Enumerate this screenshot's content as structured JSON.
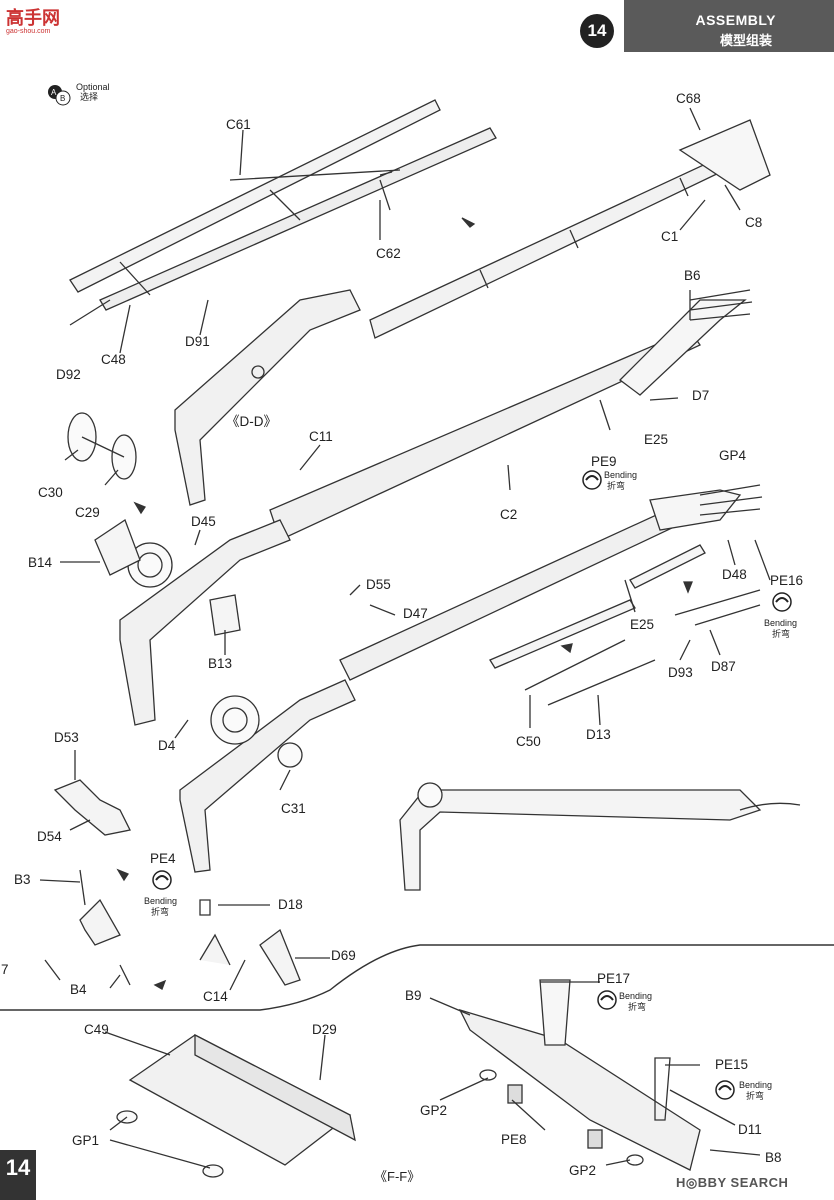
{
  "header": {
    "section_en": "ASSEMBLY",
    "section_cn": "模型组装",
    "step_number": "14"
  },
  "watermark_logo": {
    "text": "高手网",
    "sub": "gao-shou.com"
  },
  "optional_legend": {
    "label_en": "Optional",
    "label_cn": "选择",
    "icon": "ab-option-icon"
  },
  "bending": {
    "en": "Bending",
    "cn": "折弯"
  },
  "part_labels": {
    "C61": "C61",
    "C62": "C62",
    "C68": "C68",
    "C8": "C8",
    "C1": "C1",
    "D92": "D92",
    "C48": "C48",
    "D91": "D91",
    "DD": "《D-D》",
    "B6": "B6",
    "D7": "D7",
    "PE9": "PE9",
    "E25a": "E25",
    "GP4": "GP4",
    "C11": "C11",
    "C2": "C2",
    "C30": "C30",
    "C29": "C29",
    "D45": "D45",
    "B14": "B14",
    "B13": "B13",
    "D55": "D55",
    "D47": "D47",
    "D48": "D48",
    "PE16": "PE16",
    "E25b": "E25",
    "D93": "D93",
    "D87": "D87",
    "D4": "D4",
    "C50": "C50",
    "D13": "D13",
    "D53": "D53",
    "D54": "D54",
    "C31": "C31",
    "PE4": "PE4",
    "B3": "B3",
    "D18": "D18",
    "D69": "D69",
    "seven": "7",
    "B4": "B4",
    "C14": "C14",
    "C49": "C49",
    "D29": "D29",
    "GP1": "GP1",
    "B9": "B9",
    "PE17": "PE17",
    "PE15": "PE15",
    "GP2a": "GP2",
    "PE8": "PE8",
    "D11": "D11",
    "GP2b": "GP2",
    "B8": "B8",
    "FF": "《F-F》"
  },
  "page_number": "14",
  "brand": "H◎BBY SEARCH"
}
